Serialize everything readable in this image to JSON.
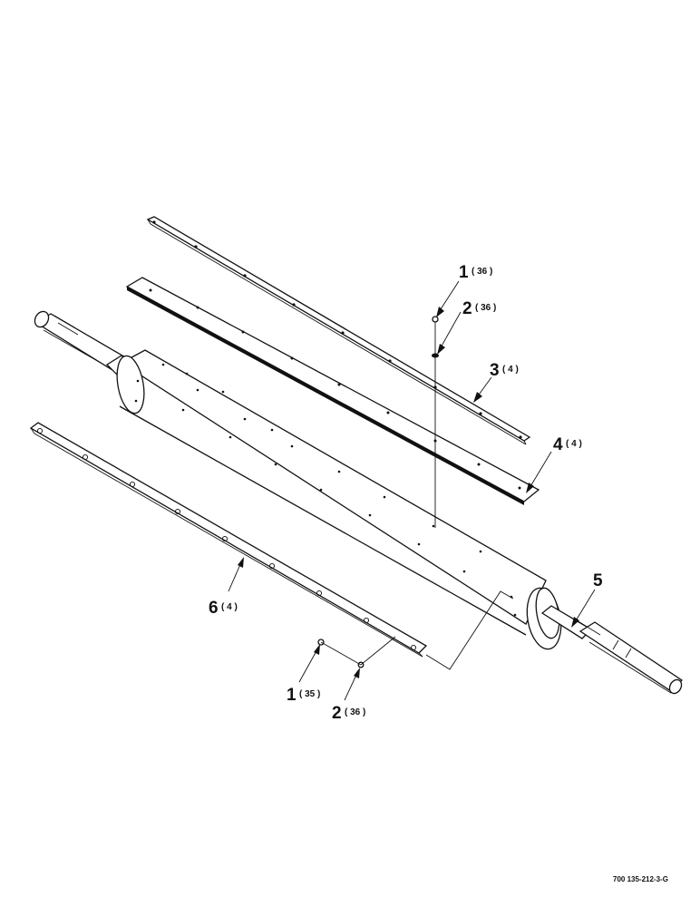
{
  "callouts": [
    {
      "id": "c1_top",
      "number": "1",
      "qty": "( 36 )"
    },
    {
      "id": "c2_top",
      "number": "2",
      "qty": "( 36 )"
    },
    {
      "id": "c3",
      "number": "3",
      "qty": "( 4 )"
    },
    {
      "id": "c4",
      "number": "4",
      "qty": "( 4 )"
    },
    {
      "id": "c5",
      "number": "5",
      "qty": ""
    },
    {
      "id": "c6",
      "number": "6",
      "qty": "( 4 )"
    },
    {
      "id": "c1_bottom",
      "number": "1",
      "qty": "( 35 )"
    },
    {
      "id": "c2_bottom",
      "number": "2",
      "qty": "( 36 )"
    }
  ],
  "drawing_code": "700 135-212-3-G"
}
